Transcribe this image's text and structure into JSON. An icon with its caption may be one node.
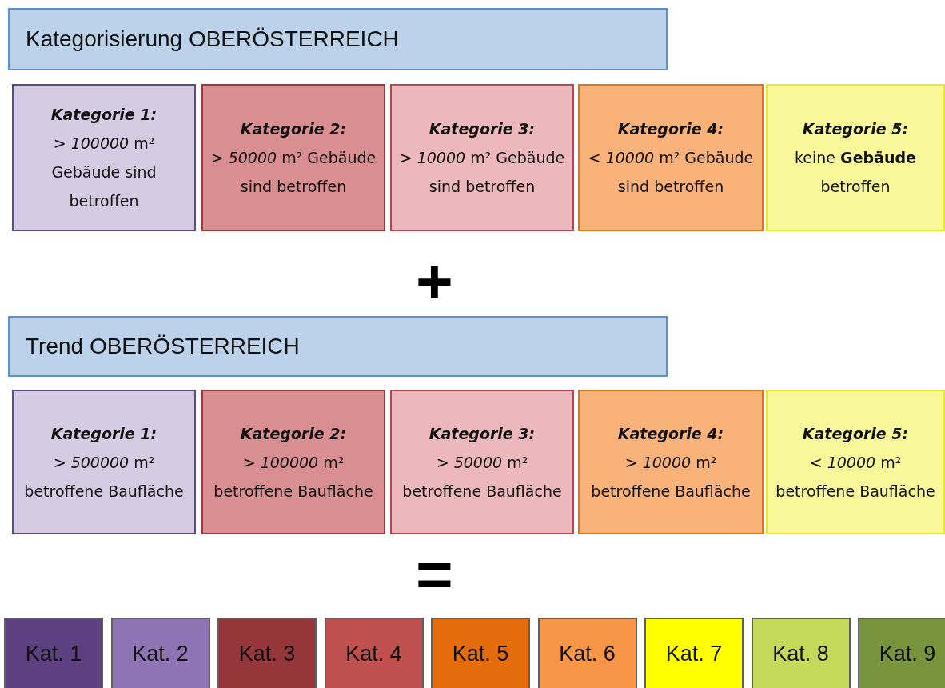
{
  "diagram": {
    "nodes": [
      {
        "text": [
          "Kategorisierung OBERÖSTERREICH"
        ]
      },
      {
        "text": [
          "Kategorie 1:",
          "> *100000* m² Gebäude sind betroffen"
        ]
      },
      {
        "text": [
          "Kategorie 2:",
          "> *50000* m² Gebäude sind betroffen"
        ]
      },
      {
        "text": [
          "Kategorie 3:",
          "> *10000* m² Gebäude sind betroffen"
        ]
      },
      {
        "text": [
          "Kategorie 4:",
          "< *10000* m² Gebäude sind betroffen"
        ]
      },
      {
        "text": [
          "Kategorie 5:",
          "keine **Gebäude** betroffen"
        ]
      },
      {
        "text": [
          "Trend OBERÖSTERREICH"
        ]
      },
      {
        "text": [
          "Kategorie 1:",
          "> *500000* m² betroffene Baufläche"
        ]
      },
      {
        "text": [
          "Kategorie 2:",
          "> *100000* m² betroffene Baufläche"
        ]
      },
      {
        "text": [
          "Kategorie 3:",
          "> *50000* m² betroffene Baufläche"
        ]
      },
      {
        "text": [
          "Kategorie 4:",
          "> *10000* m² betroffene Baufläche"
        ]
      },
      {
        "text": [
          "Kategorie 5:",
          "< *10000* m² betroffene Baufläche"
        ]
      },
      {
        "text": [
          "Kat. 1"
        ]
      },
      {
        "text": [
          "Kat. 2"
        ]
      },
      {
        "text": [
          "Kat. 3"
        ]
      },
      {
        "text": [
          "Kat. 4"
        ]
      },
      {
        "text": [
          "Kat. 5"
        ]
      },
      {
        "text": [
          "Kat. 6"
        ]
      },
      {
        "text": [
          "Kat. 7"
        ]
      },
      {
        "text": [
          "Kat. 8"
        ]
      },
      {
        "text": [
          "Kat. 9"
        ]
      }
    ],
    "labels": [
      "+",
      "="
    ]
  }
}
